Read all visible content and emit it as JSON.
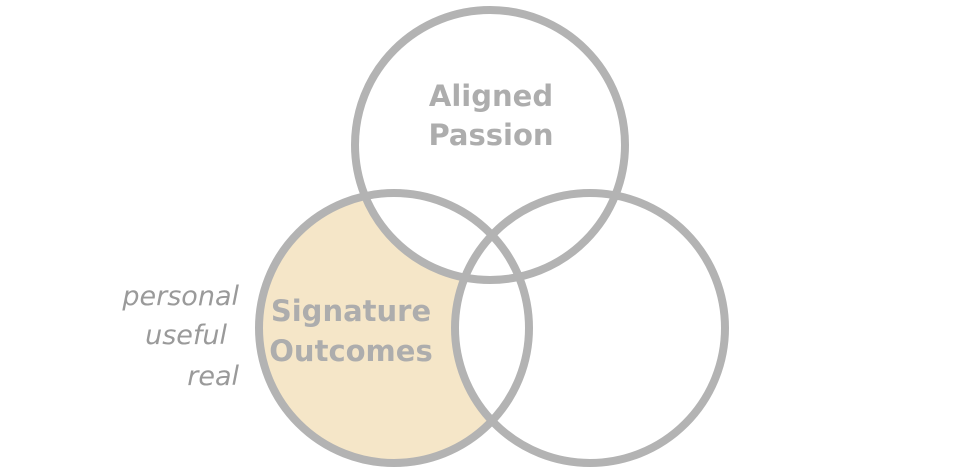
{
  "diagram": {
    "circles": {
      "top": {
        "label_line1": "Aligned",
        "label_line2": "Passion"
      },
      "left": {
        "label_line1": "Signature",
        "label_line2": "Outcomes",
        "highlighted": true
      },
      "right": {
        "label_line1": "",
        "label_line2": ""
      }
    },
    "side_note": {
      "line1": "personal",
      "line2": "useful",
      "line3": "real"
    },
    "colors": {
      "stroke": "#b3b3b3",
      "highlight_fill": "#f5e6c8",
      "label_text": "#adadad",
      "side_note_text": "#9a9a9a",
      "background": "#ffffff"
    }
  }
}
